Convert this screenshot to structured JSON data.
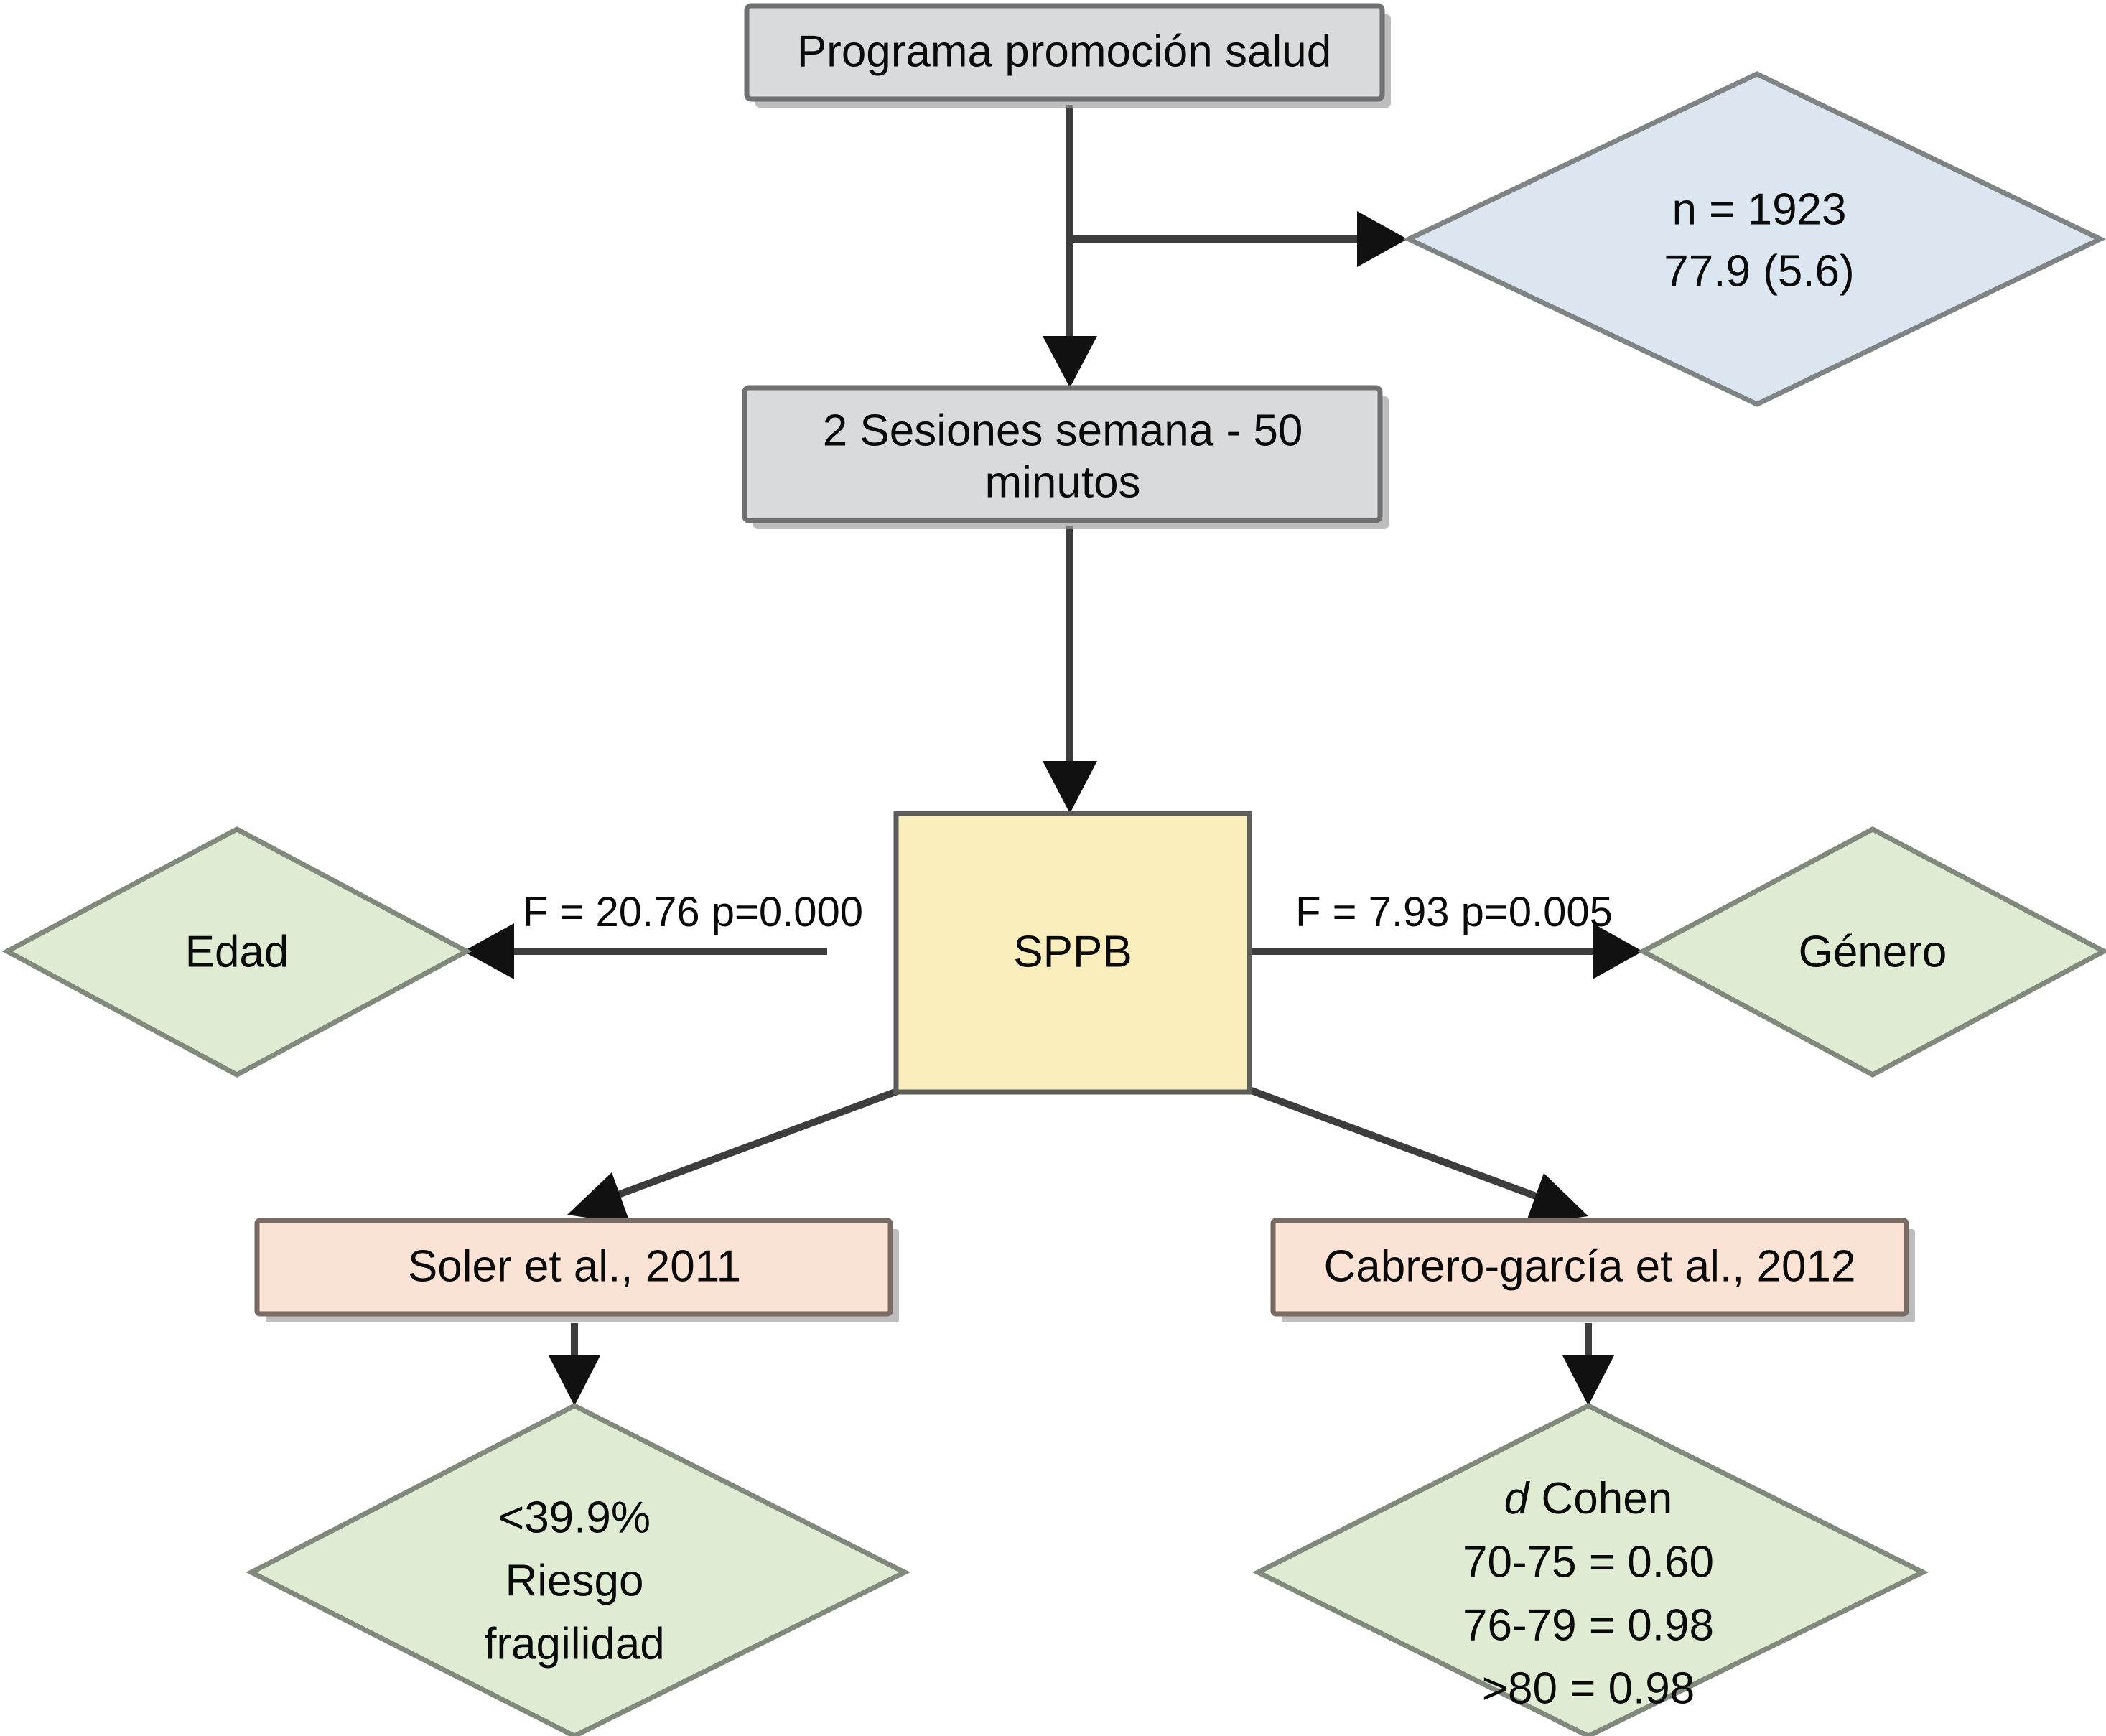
{
  "diagram": {
    "title": "Flujo programa promocion salud SPPB",
    "colors": {
      "gray_fill": "#d9dadb",
      "gray_stroke": "#6f7072",
      "blue_fill": "#dce6f1",
      "blue_stroke": "#7f8384",
      "yellow_fill": "#fbeebd",
      "yellow_stroke": "#5d5d5a",
      "green_fill": "#e0ebd4",
      "green_stroke": "#80897b",
      "pink_fill": "#fae3d5",
      "pink_stroke": "#7a6b64",
      "connector": "#3d3d3d",
      "text": "#0a0a0a"
    },
    "nodes": {
      "programa": {
        "label": "Programa promoción salud",
        "shape": "rectangle",
        "fill": "gray"
      },
      "muestra": {
        "line1": "n = 1923",
        "line2": "77.9 (5.6)",
        "shape": "diamond",
        "fill": "blue"
      },
      "sesiones": {
        "line1": "2 Sesiones semana - 50",
        "line2": "minutos",
        "shape": "rectangle",
        "fill": "gray"
      },
      "sppb": {
        "label": "SPPB",
        "shape": "rectangle",
        "fill": "yellow"
      },
      "edad": {
        "label": "Edad",
        "shape": "diamond",
        "fill": "green"
      },
      "genero": {
        "label": "Género",
        "shape": "diamond",
        "fill": "green"
      },
      "soler": {
        "label": "Soler et al., 2011",
        "shape": "rectangle",
        "fill": "pink"
      },
      "cabrero": {
        "label": "Cabrero-garcía et al., 2012",
        "shape": "rectangle",
        "fill": "pink"
      },
      "fragilidad": {
        "line1": "<39.9%",
        "line2": "Riesgo",
        "line3": "fragilidad",
        "shape": "diamond",
        "fill": "green"
      },
      "cohen": {
        "line1_italic": "d",
        "line1_rest": " Cohen",
        "line2": "70-75 = 0.60",
        "line3": "76-79 = 0.98",
        "line4": ">80 = 0.98",
        "shape": "diamond",
        "fill": "green"
      }
    },
    "edges": {
      "sppb_to_edad": {
        "label": "F = 20.76 p=0.000"
      },
      "sppb_to_genero": {
        "label": "F = 7.93 p=0.005"
      }
    }
  }
}
